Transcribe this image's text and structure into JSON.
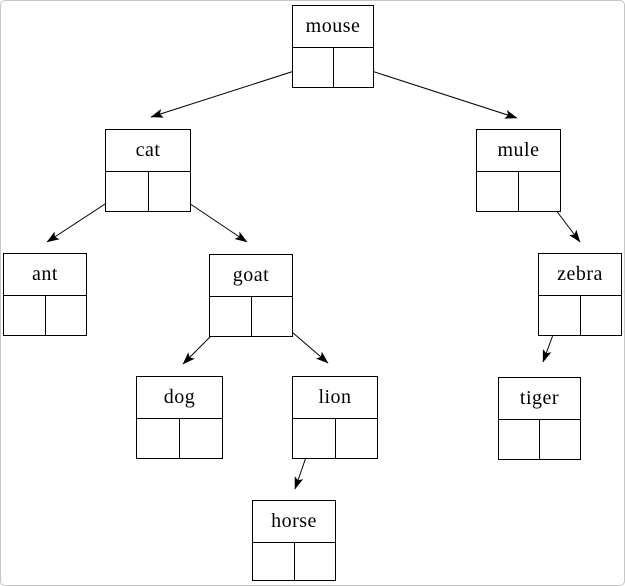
{
  "diagram": {
    "type": "binary-tree",
    "description": "Linked binary tree of animal-name nodes; each node box has a label section and two child-pointer cells",
    "colors": {
      "node_border": "#000000",
      "edge_line": "#000000",
      "text": "#000000",
      "background": "#ffffff",
      "outer_frame": "#c6c6c6"
    }
  },
  "nodes": [
    {
      "id": "mouse",
      "label": "mouse"
    },
    {
      "id": "cat",
      "label": "cat"
    },
    {
      "id": "mule",
      "label": "mule"
    },
    {
      "id": "ant",
      "label": "ant"
    },
    {
      "id": "goat",
      "label": "goat"
    },
    {
      "id": "zebra",
      "label": "zebra"
    },
    {
      "id": "dog",
      "label": "dog"
    },
    {
      "id": "lion",
      "label": "lion"
    },
    {
      "id": "tiger",
      "label": "tiger"
    },
    {
      "id": "horse",
      "label": "horse"
    }
  ],
  "edges": [
    {
      "from": "mouse",
      "pointer": "left",
      "to": "cat"
    },
    {
      "from": "mouse",
      "pointer": "right",
      "to": "mule"
    },
    {
      "from": "cat",
      "pointer": "left",
      "to": "ant"
    },
    {
      "from": "cat",
      "pointer": "right",
      "to": "goat"
    },
    {
      "from": "mule",
      "pointer": "right",
      "to": "zebra"
    },
    {
      "from": "goat",
      "pointer": "left",
      "to": "dog"
    },
    {
      "from": "goat",
      "pointer": "right",
      "to": "lion"
    },
    {
      "from": "zebra",
      "pointer": "left",
      "to": "tiger"
    },
    {
      "from": "lion",
      "pointer": "left",
      "to": "horse"
    }
  ]
}
